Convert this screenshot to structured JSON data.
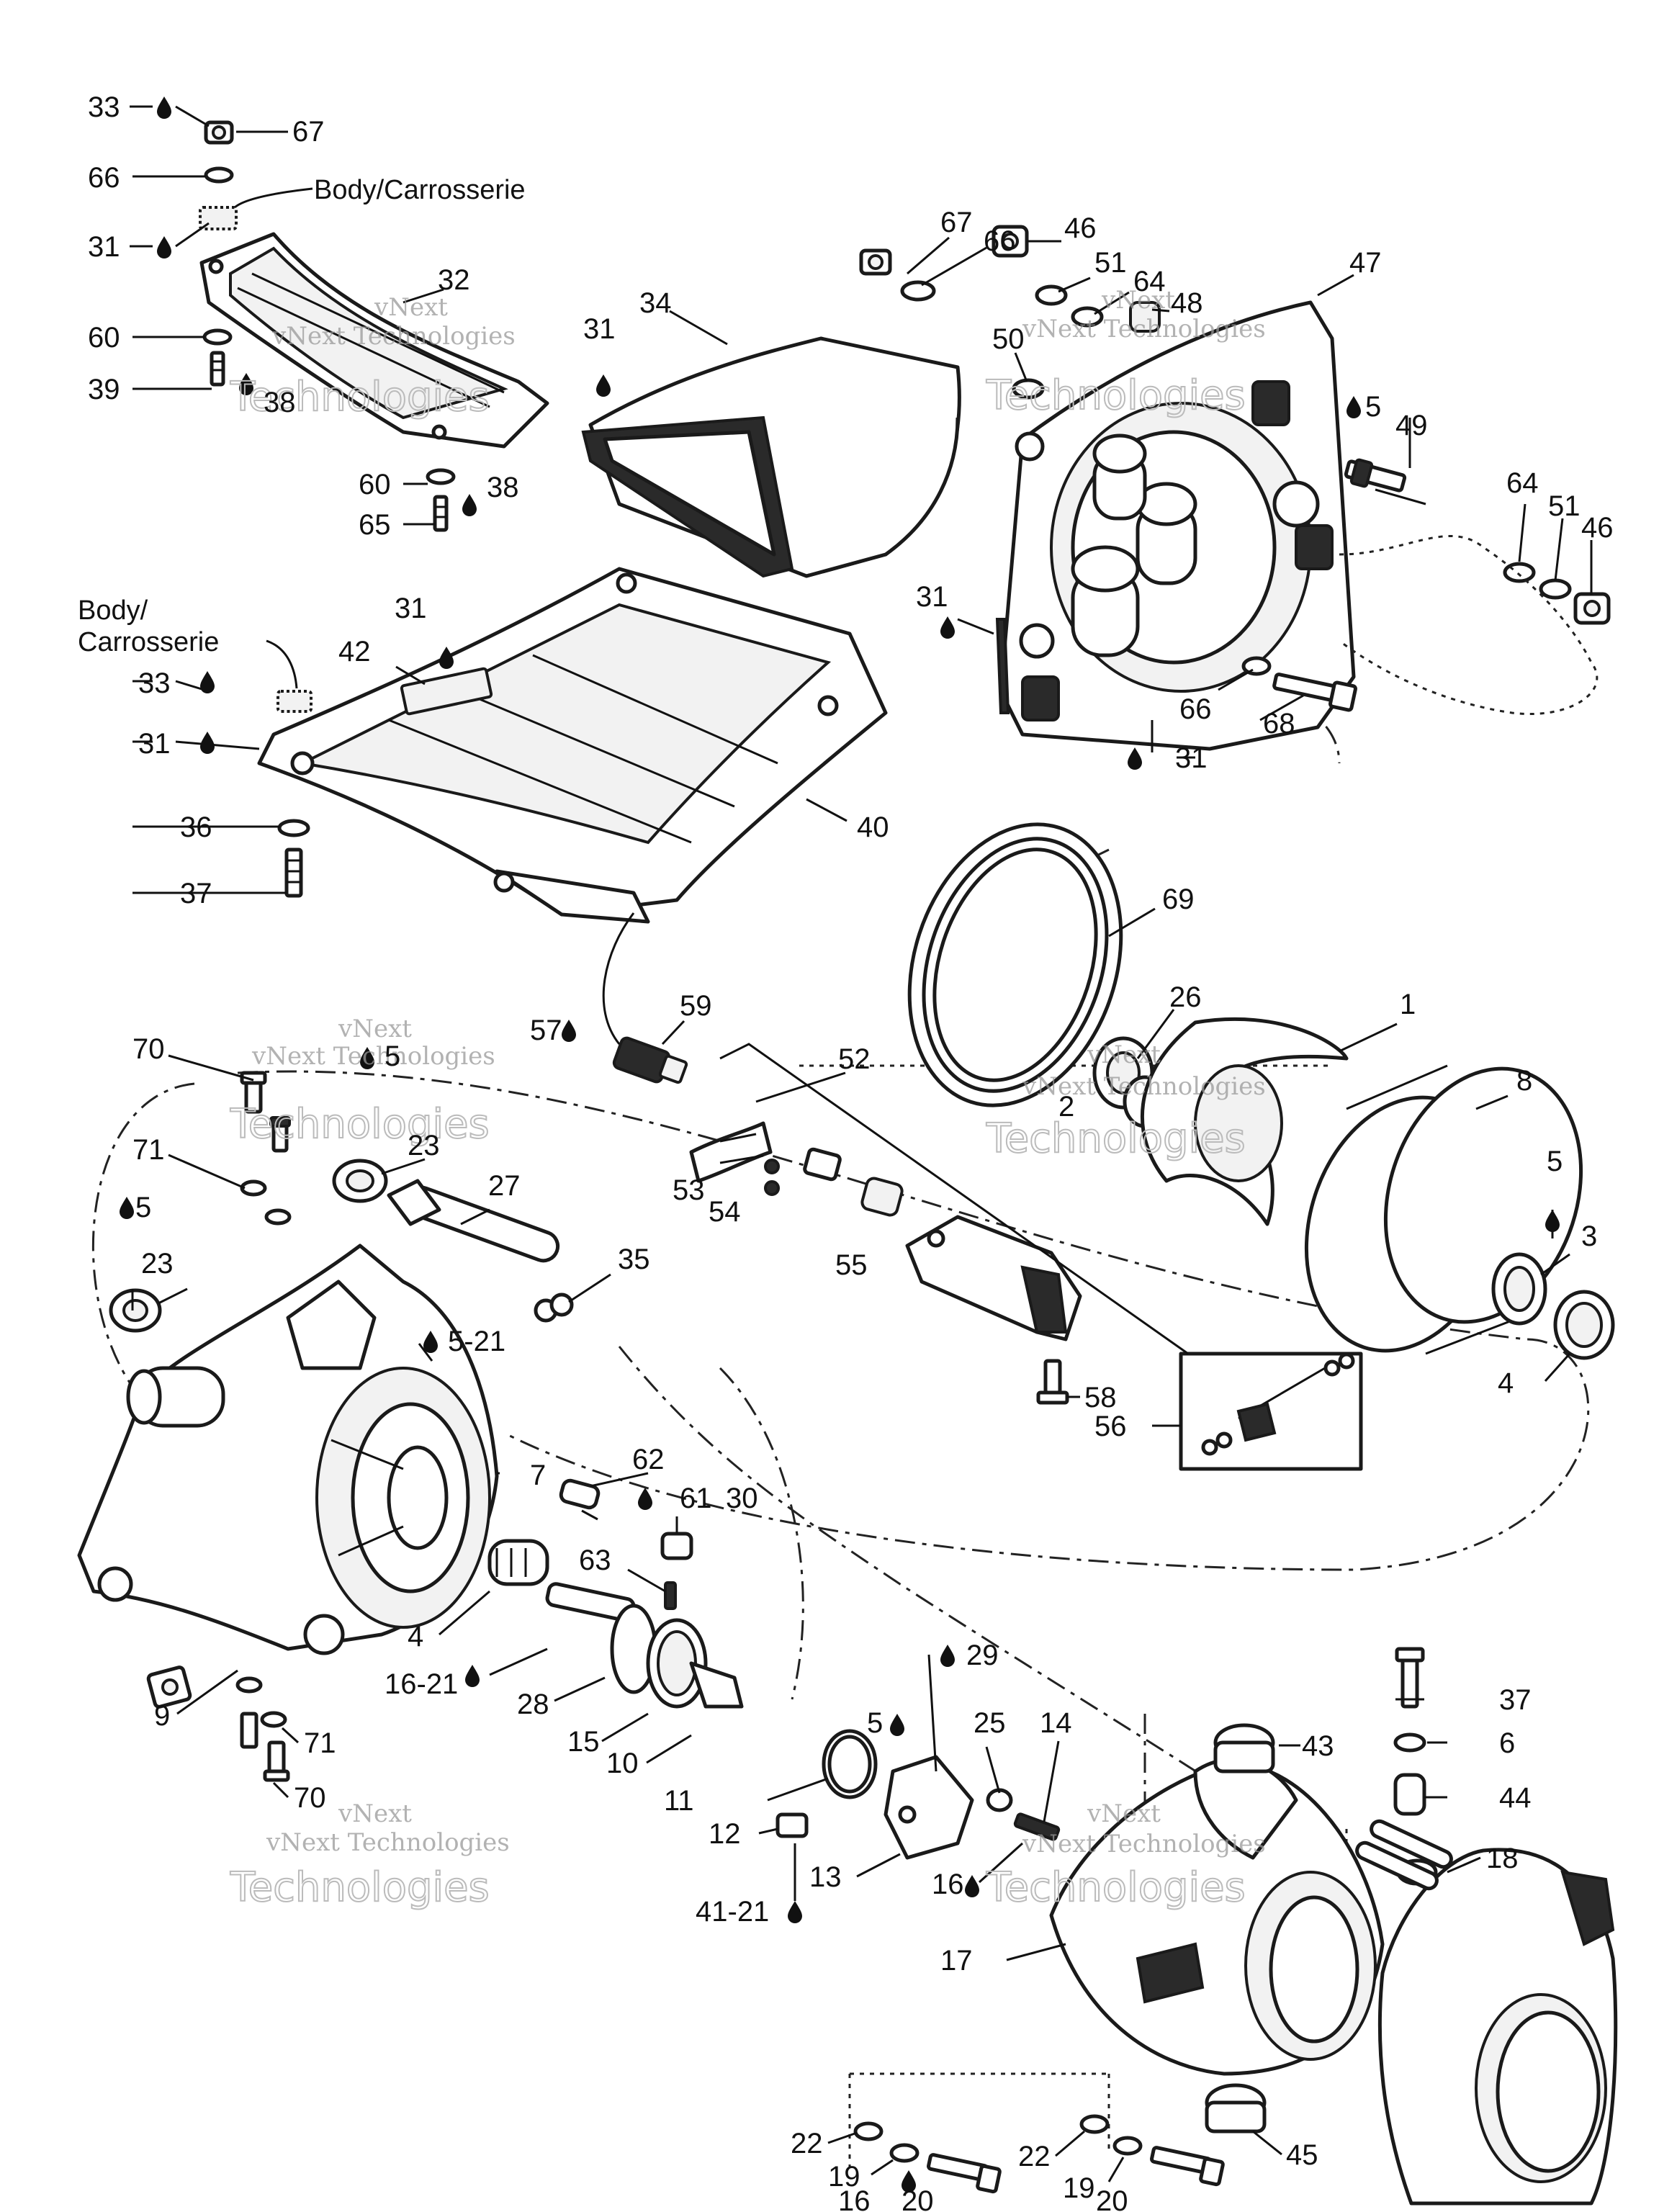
{
  "notes": {
    "body_top": "Body/Carrosserie",
    "body_mid_1": "Body/",
    "body_mid_2": "Carrosserie"
  },
  "watermark": {
    "line1": "vNext",
    "line2": "vNext Technologies",
    "line3": "Technologies"
  },
  "callouts": [
    {
      "id": "c33a",
      "text": "33"
    },
    {
      "id": "c67a",
      "text": "67"
    },
    {
      "id": "c66a",
      "text": "66"
    },
    {
      "id": "c31a",
      "text": "31"
    },
    {
      "id": "c32",
      "text": "32"
    },
    {
      "id": "c60a",
      "text": "60"
    },
    {
      "id": "c39",
      "text": "39"
    },
    {
      "id": "c38a",
      "text": "38"
    },
    {
      "id": "c60b",
      "text": "60"
    },
    {
      "id": "c38b",
      "text": "38"
    },
    {
      "id": "c65",
      "text": "65"
    },
    {
      "id": "c34",
      "text": "34"
    },
    {
      "id": "c31b",
      "text": "31"
    },
    {
      "id": "c67b",
      "text": "67"
    },
    {
      "id": "c66b",
      "text": "66"
    },
    {
      "id": "c46a",
      "text": "46"
    },
    {
      "id": "c51a",
      "text": "51"
    },
    {
      "id": "c64a",
      "text": "64"
    },
    {
      "id": "c48",
      "text": "48"
    },
    {
      "id": "c47",
      "text": "47"
    },
    {
      "id": "c50",
      "text": "50"
    },
    {
      "id": "c5a",
      "text": "5"
    },
    {
      "id": "c49",
      "text": "49"
    },
    {
      "id": "c64b",
      "text": "64"
    },
    {
      "id": "c51b",
      "text": "51"
    },
    {
      "id": "c46b",
      "text": "46"
    },
    {
      "id": "c31c",
      "text": "31"
    },
    {
      "id": "c42",
      "text": "42"
    },
    {
      "id": "c33b",
      "text": "33"
    },
    {
      "id": "c31d",
      "text": "31"
    },
    {
      "id": "c31e",
      "text": "31"
    },
    {
      "id": "c66c",
      "text": "66"
    },
    {
      "id": "c68",
      "text": "68"
    },
    {
      "id": "c31f",
      "text": "31"
    },
    {
      "id": "c36",
      "text": "36"
    },
    {
      "id": "c40",
      "text": "40"
    },
    {
      "id": "c37a",
      "text": "37"
    },
    {
      "id": "c69",
      "text": "69"
    },
    {
      "id": "c57",
      "text": "57"
    },
    {
      "id": "c59",
      "text": "59"
    },
    {
      "id": "c52",
      "text": "52"
    },
    {
      "id": "c26",
      "text": "26"
    },
    {
      "id": "c1",
      "text": "1"
    },
    {
      "id": "c70a",
      "text": "70"
    },
    {
      "id": "c5b",
      "text": "5"
    },
    {
      "id": "c2",
      "text": "2"
    },
    {
      "id": "c8",
      "text": "8"
    },
    {
      "id": "c23a",
      "text": "23"
    },
    {
      "id": "c71a",
      "text": "71"
    },
    {
      "id": "c53",
      "text": "53"
    },
    {
      "id": "c54",
      "text": "54"
    },
    {
      "id": "c27",
      "text": "27"
    },
    {
      "id": "c5c",
      "text": "5"
    },
    {
      "id": "c5d",
      "text": "5"
    },
    {
      "id": "c3",
      "text": "3"
    },
    {
      "id": "c55",
      "text": "55"
    },
    {
      "id": "c23b",
      "text": "23"
    },
    {
      "id": "c35",
      "text": "35"
    },
    {
      "id": "c5_21a",
      "text": "5-21"
    },
    {
      "id": "c58",
      "text": "58"
    },
    {
      "id": "c4a",
      "text": "4"
    },
    {
      "id": "c56",
      "text": "56"
    },
    {
      "id": "c62",
      "text": "62"
    },
    {
      "id": "c7",
      "text": "7"
    },
    {
      "id": "c61",
      "text": "61"
    },
    {
      "id": "c30",
      "text": "30"
    },
    {
      "id": "c63",
      "text": "63"
    },
    {
      "id": "c4b",
      "text": "4"
    },
    {
      "id": "c29",
      "text": "29"
    },
    {
      "id": "c16_21",
      "text": "16-21"
    },
    {
      "id": "c28",
      "text": "28"
    },
    {
      "id": "c37b",
      "text": "37"
    },
    {
      "id": "c9",
      "text": "9"
    },
    {
      "id": "c15",
      "text": "15"
    },
    {
      "id": "c10",
      "text": "10"
    },
    {
      "id": "c5e",
      "text": "5"
    },
    {
      "id": "c25",
      "text": "25"
    },
    {
      "id": "c14",
      "text": "14"
    },
    {
      "id": "c6",
      "text": "6"
    },
    {
      "id": "c71b",
      "text": "71"
    },
    {
      "id": "c43",
      "text": "43"
    },
    {
      "id": "c11",
      "text": "11"
    },
    {
      "id": "c44",
      "text": "44"
    },
    {
      "id": "c70b",
      "text": "70"
    },
    {
      "id": "c12",
      "text": "12"
    },
    {
      "id": "c18",
      "text": "18"
    },
    {
      "id": "c16a",
      "text": "16"
    },
    {
      "id": "c13",
      "text": "13"
    },
    {
      "id": "c41_21",
      "text": "41-21"
    },
    {
      "id": "c17",
      "text": "17"
    },
    {
      "id": "c22a",
      "text": "22"
    },
    {
      "id": "c19a",
      "text": "19"
    },
    {
      "id": "c22b",
      "text": "22"
    },
    {
      "id": "c45",
      "text": "45"
    },
    {
      "id": "c19b",
      "text": "19"
    },
    {
      "id": "c16b",
      "text": "16"
    },
    {
      "id": "c20a",
      "text": "20"
    },
    {
      "id": "c20b",
      "text": "20"
    }
  ]
}
